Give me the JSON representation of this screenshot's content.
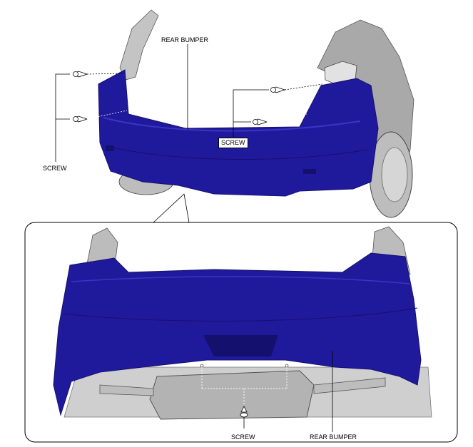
{
  "labels": {
    "rear_bumper_top": "REAR BUMPER",
    "screw_left": "SCREW",
    "screw_right": "SCREW",
    "screw_bottom": "SCREW",
    "rear_bumper_bottom": "REAR BUMPER"
  },
  "colors": {
    "bumper": "#1f1a9c",
    "bumper_dark": "#14106e",
    "body_gray": "#b9b9b9",
    "body_dark": "#8a8a8a",
    "background": "#ffffff",
    "line": "#000000"
  }
}
